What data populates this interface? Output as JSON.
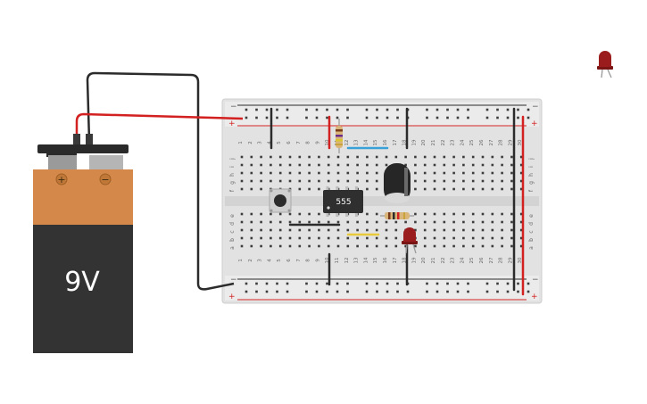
{
  "battery": {
    "voltage_label": "9V",
    "plus_symbol": "+",
    "minus_symbol": "−"
  },
  "breadboard": {
    "columns": 30,
    "column_numbers": [
      "1",
      "2",
      "3",
      "4",
      "5",
      "6",
      "7",
      "8",
      "9",
      "10",
      "11",
      "12",
      "13",
      "14",
      "15",
      "16",
      "17",
      "18",
      "19",
      "20",
      "21",
      "22",
      "23",
      "24",
      "25",
      "26",
      "27",
      "28",
      "29",
      "30"
    ],
    "top_row_letters": [
      "j",
      "i",
      "h",
      "g",
      "f"
    ],
    "bottom_row_letters": [
      "e",
      "d",
      "c",
      "b",
      "a"
    ],
    "rail_plus": "+",
    "rail_minus": "−"
  },
  "components": {
    "timer_ic_label": "555",
    "pushbutton": "pushbutton",
    "capacitor": "electrolytic-capacitor",
    "led_color": "red"
  },
  "colors": {
    "wire_red": "#d32020",
    "wire_black": "#2b2b2b",
    "jumper_blue": "#3aa0d8",
    "jumper_yellow": "#e8c93a",
    "battery_orange": "#d4894a",
    "battery_body": "#333333",
    "led_red": "#9a1c1c",
    "board": "#e4e4e4"
  }
}
